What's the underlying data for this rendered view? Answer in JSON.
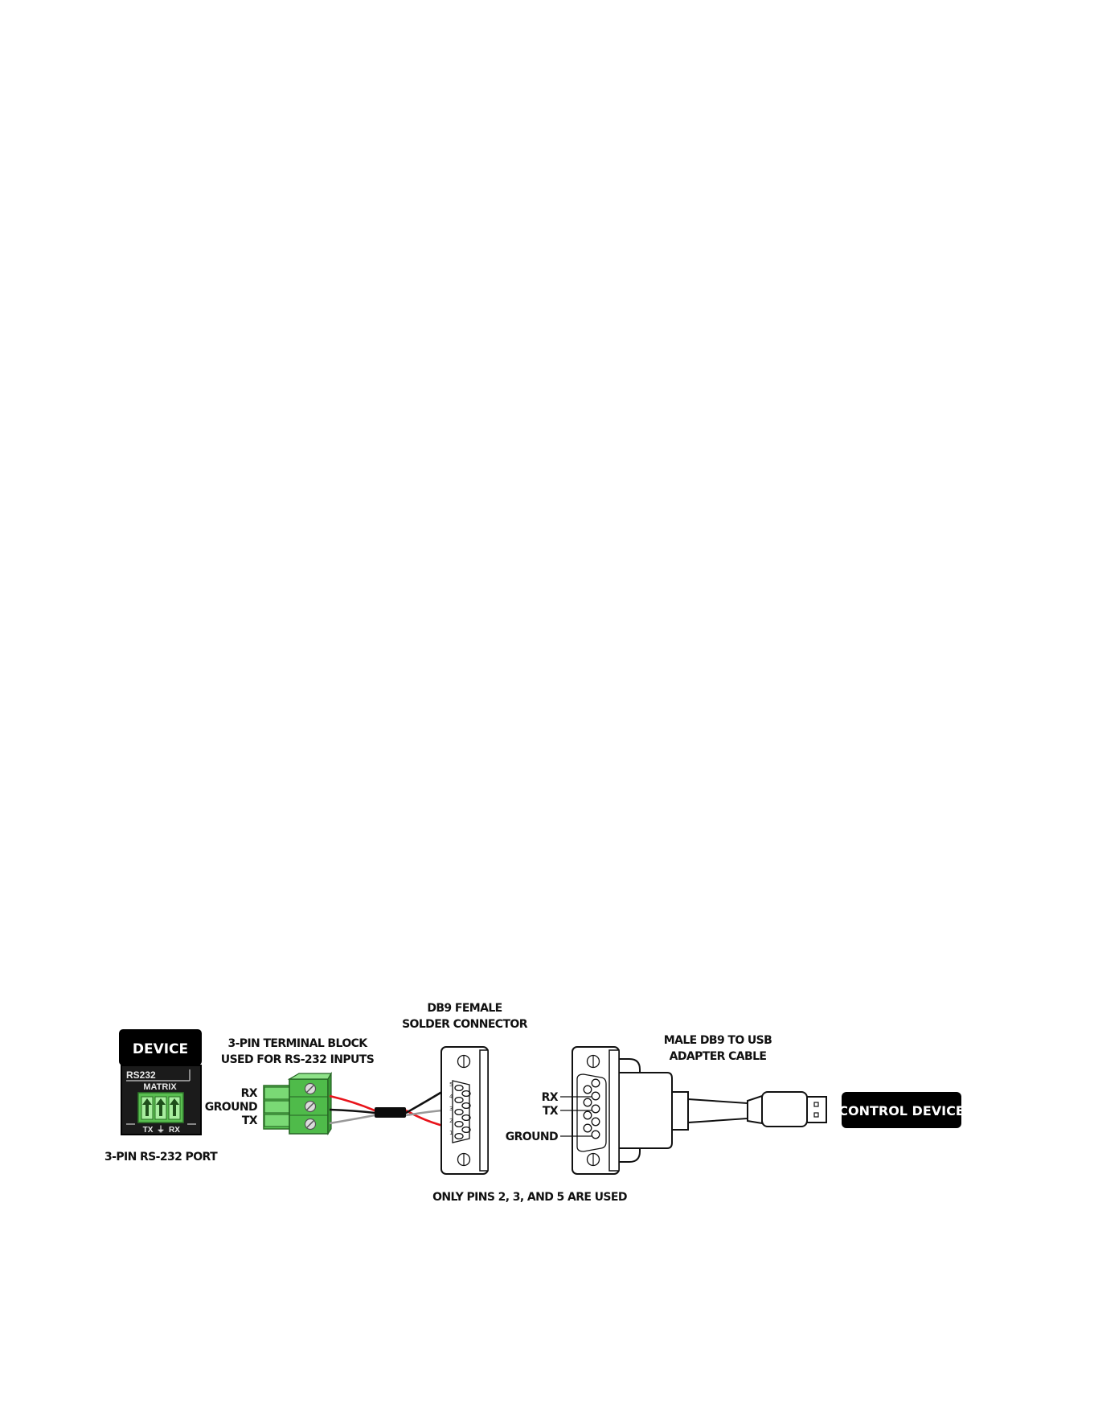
{
  "device": {
    "badge_label": "DEVICE",
    "port_header": "RS232",
    "port_name": "MATRIX",
    "pin_labels": [
      "TX",
      "⏚",
      "RX"
    ],
    "caption": "3-PIN RS-232 PORT"
  },
  "terminal_block": {
    "title_line1": "3-PIN TERMINAL BLOCK",
    "title_line2": "USED FOR RS-232 INPUTS",
    "pin_labels": [
      "RX",
      "GROUND",
      "TX"
    ]
  },
  "female_connector": {
    "title_line1": "DB9 FEMALE",
    "title_line2": "SOLDER CONNECTOR",
    "pin_numbers": [
      "5",
      "4",
      "3",
      "2",
      "1"
    ]
  },
  "male_adapter": {
    "title_line1": "MALE DB9 TO USB",
    "title_line2": "ADAPTER CABLE",
    "pin_labels": [
      "RX",
      "TX",
      "GROUND"
    ]
  },
  "control_device": {
    "badge_label": "CONTROL DEVICE"
  },
  "footnote": "ONLY PINS 2, 3, AND 5 ARE USED",
  "colors": {
    "wire_red": "#e8141b",
    "wire_black": "#111111",
    "terminal_green": "#6fd46a",
    "badge_black": "#000000"
  }
}
